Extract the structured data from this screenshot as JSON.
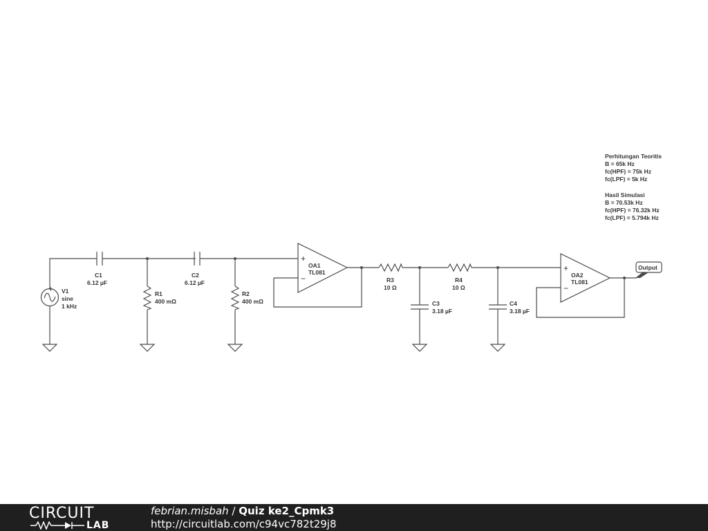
{
  "schematic": {
    "source": {
      "name": "V1",
      "type": "sine",
      "freq": "1 kHz"
    },
    "c1": {
      "name": "C1",
      "value": "6.12 µF"
    },
    "c2": {
      "name": "C2",
      "value": "6.12 µF"
    },
    "r1": {
      "name": "R1",
      "value": "400 mΩ"
    },
    "r2": {
      "name": "R2",
      "value": "400 mΩ"
    },
    "oa1": {
      "name": "OA1",
      "model": "TL081",
      "plus": "+",
      "minus": "−"
    },
    "r3": {
      "name": "R3",
      "value": "10 Ω"
    },
    "r4": {
      "name": "R4",
      "value": "10 Ω"
    },
    "c3": {
      "name": "C3",
      "value": "3.18 µF"
    },
    "c4": {
      "name": "C4",
      "value": "3.18 µF"
    },
    "oa2": {
      "name": "OA2",
      "model": "TL081",
      "plus": "+",
      "minus": "−"
    },
    "output": {
      "label": "Output"
    }
  },
  "notes": {
    "theory": {
      "title": "Perhitungan Teoritis",
      "lines": [
        "B = 65k Hz",
        "fc(HPF) = 75k Hz",
        "fc(LPF) = 5k Hz"
      ]
    },
    "simulation": {
      "title": "Hasil Simulasi",
      "lines": [
        "B = 70.53k Hz",
        "fc(HPF) = 76.32k Hz",
        "fc(LPF) = 5.794k Hz"
      ]
    }
  },
  "footer": {
    "logo_top": "CIRCUIT",
    "logo_bottom": "LAB",
    "author": "febrian.misbah",
    "separator": " / ",
    "project": "Quiz ke2_Cpmk3",
    "url": "http://circuitlab.com/c94vc782t29j8"
  },
  "colors": {
    "footer_bg": "#1f1f1f",
    "wire": "#4a4a4a",
    "text": "#333333"
  }
}
